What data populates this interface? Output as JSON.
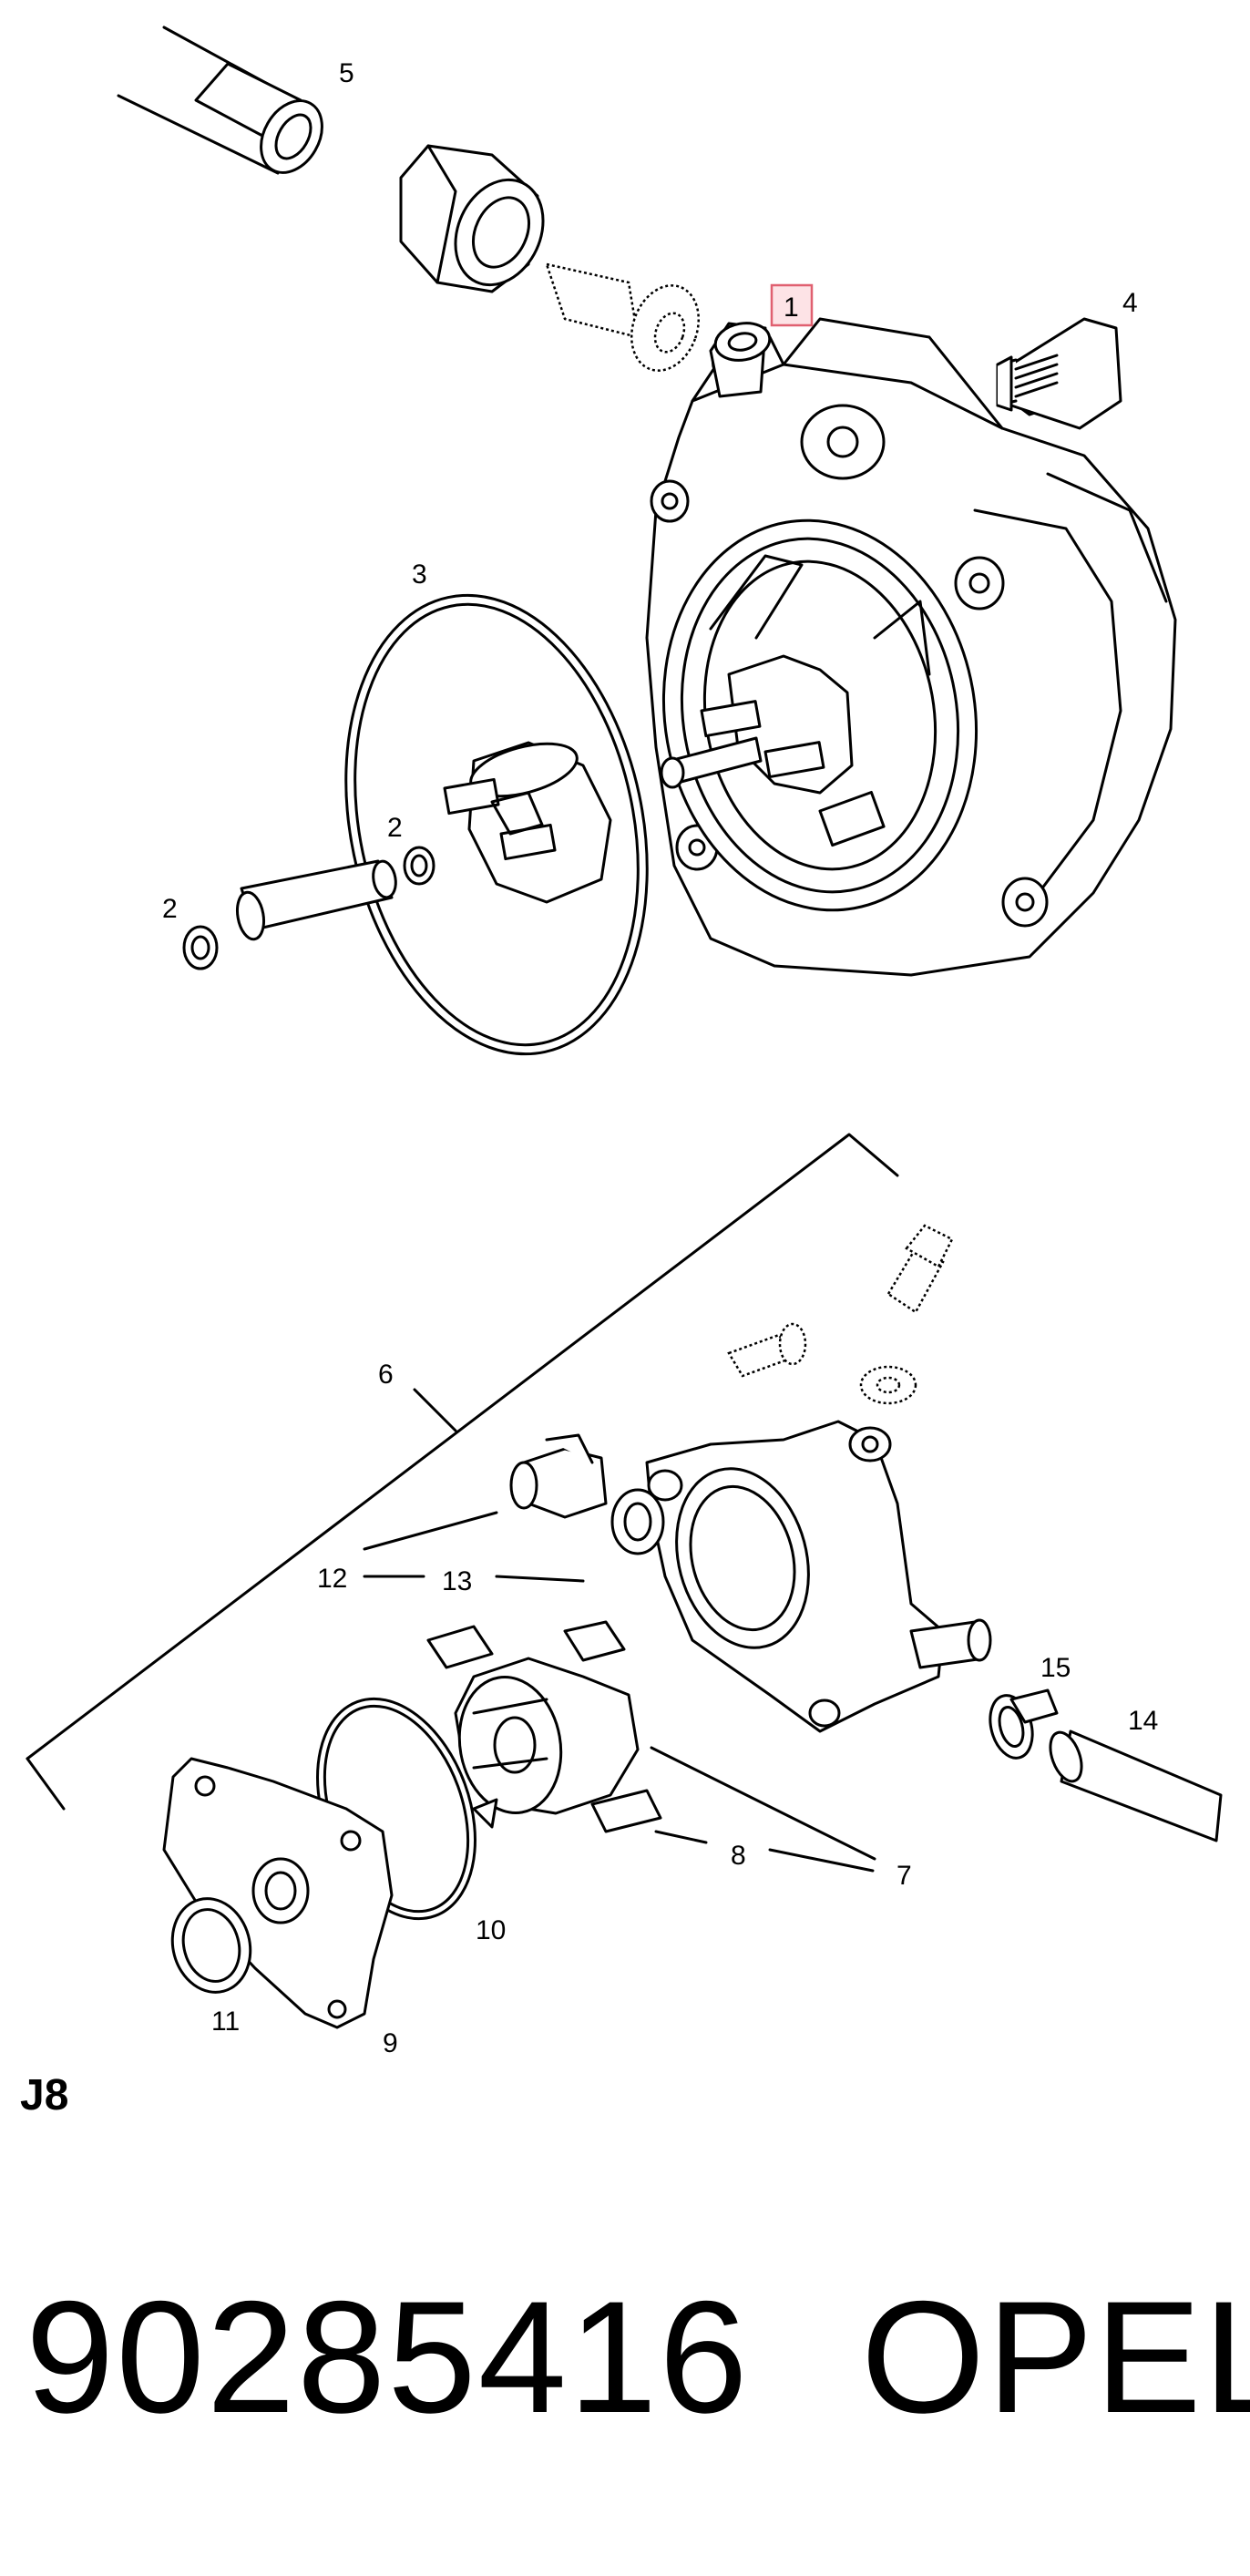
{
  "callouts": {
    "c1": "1",
    "c2a": "2",
    "c2b": "2",
    "c3": "3",
    "c4": "4",
    "c5": "5",
    "c6": "6",
    "c7": "7",
    "c8": "8",
    "c9": "9",
    "c10": "10",
    "c11": "11",
    "c12": "12",
    "c13": "13",
    "c14": "14",
    "c15": "15"
  },
  "highlight": {
    "callout": "1",
    "color": "#e06070",
    "fill": "#fde3e6"
  },
  "section_code": "J8",
  "part_number": "90285416",
  "brand": "OPEL"
}
